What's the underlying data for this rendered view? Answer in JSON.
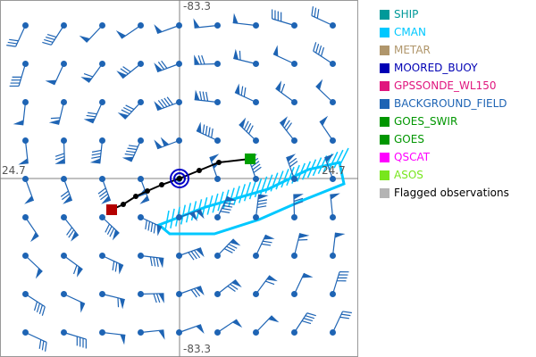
{
  "axes": {
    "lon_label_top": "-83.3",
    "lon_label_bottom": "-83.3",
    "lat_label_left": "24.7",
    "lat_label_right": "24.7"
  },
  "legend": [
    {
      "label": "SHIP",
      "color": "#009999"
    },
    {
      "label": "CMAN",
      "color": "#00c8ff"
    },
    {
      "label": "METAR",
      "color": "#b0966b"
    },
    {
      "label": "MOORED_BUOY",
      "color": "#0000b4"
    },
    {
      "label": "GPSSONDE_WL150",
      "color": "#e0167e"
    },
    {
      "label": "BACKGROUND_FIELD",
      "color": "#1e64b4"
    },
    {
      "label": "GOES_SWIR",
      "color": "#009600"
    },
    {
      "label": "GOES",
      "color": "#009600"
    },
    {
      "label": "QSCAT",
      "color": "#ff00ff"
    },
    {
      "label": "ASOS",
      "color": "#78e61e"
    },
    {
      "label": "Flagged observations",
      "color": "#b4b4b4",
      "text_color": "#000000"
    }
  ],
  "colors": {
    "background_field": "#1e64b4",
    "cman": "#00c8ff",
    "track": "#000000",
    "track_start": "#b40000",
    "track_end": "#00a000",
    "center": "#0000c8",
    "axis": "#808080"
  }
}
